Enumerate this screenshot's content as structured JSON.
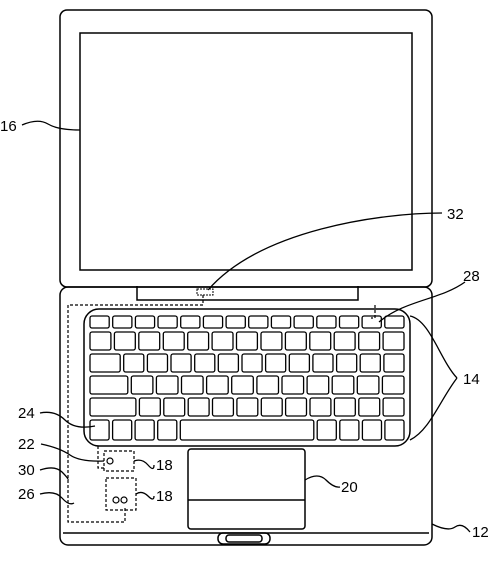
{
  "labels": {
    "l12": "12",
    "l14": "14",
    "l16": "16",
    "l18a": "18",
    "l18b": "18",
    "l20": "20",
    "l22": "22",
    "l24": "24",
    "l26": "26",
    "l28": "28",
    "l30": "30",
    "l32": "32"
  },
  "keyboard_rows": [
    [
      1,
      1,
      1,
      1,
      1,
      1,
      1,
      1,
      1,
      1,
      1,
      1,
      1,
      1
    ],
    [
      1,
      1,
      1,
      1,
      1,
      1,
      1,
      1,
      1,
      1,
      1,
      1,
      1
    ],
    [
      1.5,
      1,
      1,
      1,
      1,
      1,
      1,
      1,
      1,
      1,
      1,
      1,
      1
    ],
    [
      1.75,
      1,
      1,
      1,
      1,
      1,
      1,
      1,
      1,
      1,
      1,
      1
    ],
    [
      2.2,
      1,
      1,
      1,
      1,
      1,
      1,
      1,
      1,
      1,
      1,
      1
    ],
    [
      1,
      1,
      1,
      1,
      7,
      1,
      1,
      1,
      1
    ]
  ]
}
